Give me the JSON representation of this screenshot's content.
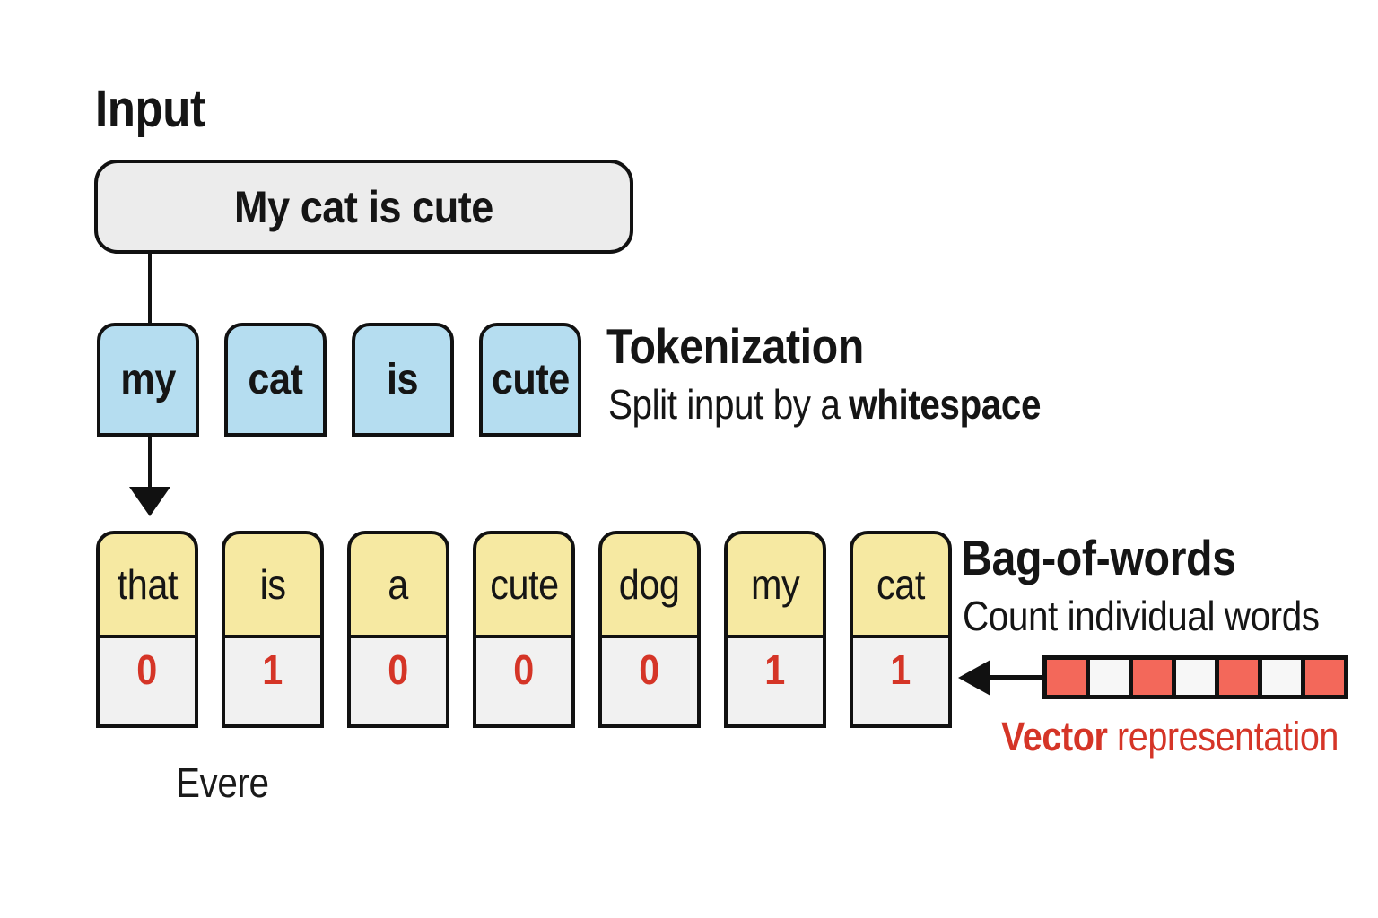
{
  "colors": {
    "token_blue": "#b5ddf0",
    "word_yellow": "#f6e9a2",
    "count_gray": "#f1f1f1",
    "input_gray": "#ececec",
    "accent_red": "#d53527",
    "vector_cell_red": "#f3685a",
    "outline_black": "#111111"
  },
  "input": {
    "label": "Input",
    "sentence": "My cat is cute"
  },
  "tokenization": {
    "title": "Tokenization",
    "subtitle_regular": "Split input by a",
    "subtitle_bold": "whitespace",
    "tokens": [
      "my",
      "cat",
      "is",
      "cute"
    ]
  },
  "bag_of_words": {
    "title": "Bag-of-words",
    "subtitle": "Count individual words",
    "entries": [
      {
        "word": "that",
        "count": "0"
      },
      {
        "word": "is",
        "count": "1"
      },
      {
        "word": "a",
        "count": "0"
      },
      {
        "word": "cute",
        "count": "0"
      },
      {
        "word": "dog",
        "count": "0"
      },
      {
        "word": "my",
        "count": "1"
      },
      {
        "word": "cat",
        "count": "1"
      }
    ]
  },
  "vector": {
    "label_bold": "Vector",
    "label_regular": "representation",
    "cells": [
      "filled",
      "empty",
      "filled",
      "empty",
      "filled",
      "empty",
      "filled"
    ]
  },
  "footer": {
    "text": "Evere"
  }
}
